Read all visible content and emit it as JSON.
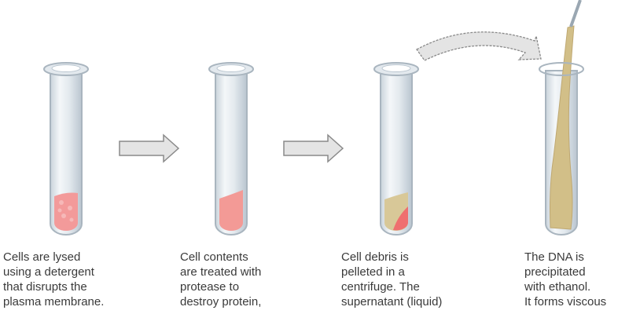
{
  "steps": [
    {
      "lines": [
        "Cells are lysed",
        "using a detergent",
        "that disrupts the",
        "plasma membrane."
      ]
    },
    {
      "lines": [
        "Cell contents",
        "are treated with",
        "protease to",
        "destroy protein,"
      ]
    },
    {
      "lines": [
        "Cell debris is",
        "pelleted in a",
        "centrifuge. The",
        "supernatant (liquid)"
      ]
    },
    {
      "lines": [
        "The DNA is",
        "precipitated",
        "with ethanol.",
        "It forms viscous"
      ]
    }
  ],
  "colors": {
    "tube_glass": "#dfe6ec",
    "tube_edge": "#aab6c0",
    "cell_lysate": "#f08a8a",
    "pellet": "#ef6f6f",
    "supernatant": "#d8c898",
    "dna": "#cdb880",
    "arrow_fill": "#e6e6e6",
    "arrow_stroke": "#8a8a8a"
  }
}
